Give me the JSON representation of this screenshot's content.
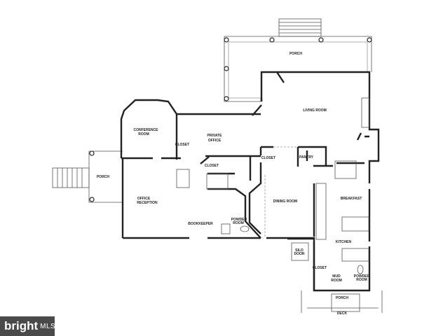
{
  "plan": {
    "rooms": {
      "porch_top": "PORCH",
      "living_room": "LIVING ROOM",
      "conference_1": "CONFERENCE",
      "conference_2": "ROOM",
      "private_1": "PRIVATE",
      "private_2": "OFFICE",
      "closet_a": "CLOSET",
      "porch_left": "PORCH",
      "closet_b": "CLOSET",
      "closet_c": "CLOSET",
      "pantry": "PANTRY",
      "reception_1": "OFFICE",
      "reception_2": "RECEPTION",
      "dining_room": "DINING ROOM",
      "breakfast": "BREAKFAST",
      "bookkeeper": "BOOKKEEPER",
      "powder_a_1": "POWDER",
      "powder_a_2": "ROOM",
      "kitchen": "KITCHEN",
      "silo_1": "SILO",
      "silo_2": "DOOR",
      "closet_d": "CLOSET",
      "mud_1": "MUD",
      "mud_2": "ROOM",
      "powder_b_1": "POWDER",
      "powder_b_2": "ROOM",
      "porch_bottom": "PORCH",
      "deck": "DECK"
    }
  },
  "logo": {
    "brand": "bright",
    "suffix": "MLS"
  }
}
